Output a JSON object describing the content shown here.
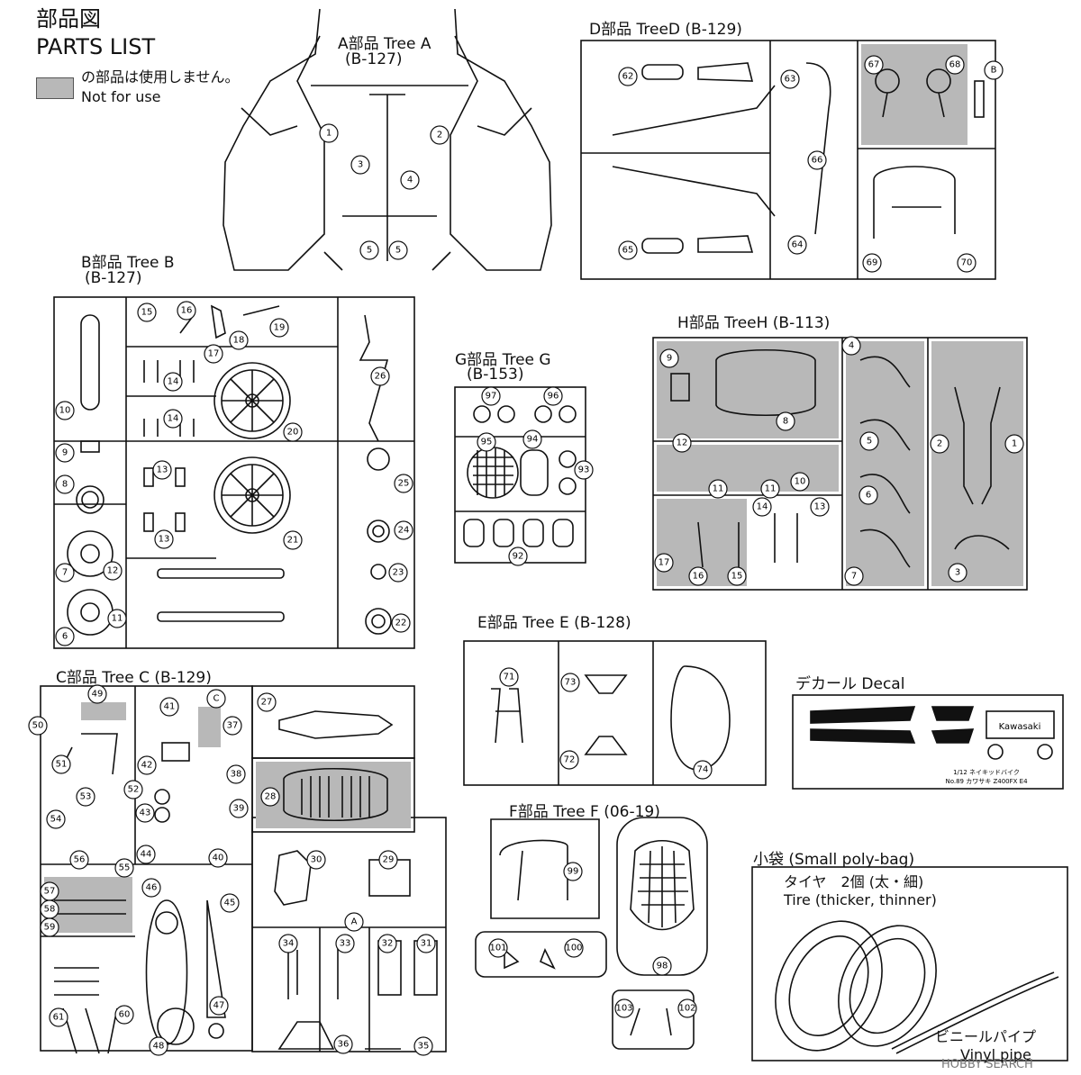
{
  "header": {
    "title_ja": "部品図",
    "title_en": "PARTS LIST",
    "legend_ja": "の部品は使用しません。",
    "legend_en": "Not for use",
    "legend_color": "#b8b8b8"
  },
  "trees": {
    "A": {
      "label": "A部品 Tree A",
      "code": "(B-127)",
      "numbers": [
        "1",
        "2",
        "3",
        "4",
        "5",
        "5"
      ]
    },
    "B": {
      "label": "B部品 Tree B",
      "code": "(B-127)",
      "numbers": [
        "6",
        "7",
        "8",
        "9",
        "10",
        "11",
        "12",
        "13",
        "13",
        "14",
        "14",
        "15",
        "16",
        "17",
        "18",
        "19",
        "20",
        "21",
        "22",
        "23",
        "24",
        "25",
        "26"
      ]
    },
    "C": {
      "label": "C部品 Tree C",
      "code": "(B-129)",
      "marker": "C",
      "numbers": [
        "27",
        "28",
        "29",
        "30",
        "31",
        "32",
        "33",
        "34",
        "35",
        "36",
        "37",
        "38",
        "39",
        "40",
        "41",
        "42",
        "43",
        "44",
        "45",
        "46",
        "47",
        "48",
        "49",
        "50",
        "51",
        "52",
        "53",
        "54",
        "55",
        "56",
        "57",
        "58",
        "59",
        "60",
        "61"
      ],
      "marker_a": "A"
    },
    "D": {
      "label": "D部品 TreeD",
      "code": "(B-129)",
      "marker": "B",
      "numbers": [
        "62",
        "63",
        "64",
        "65",
        "66",
        "67",
        "68",
        "69",
        "70"
      ]
    },
    "E": {
      "label": "E部品 Tree E",
      "code": "(B-128)",
      "numbers": [
        "71",
        "72",
        "73",
        "74"
      ]
    },
    "F": {
      "label": "F部品 Tree F",
      "code": "(06-19)",
      "numbers": [
        "98",
        "99",
        "100",
        "101",
        "102",
        "103"
      ]
    },
    "G": {
      "label": "G部品 Tree G",
      "code": "(B-153)",
      "numbers": [
        "92",
        "93",
        "94",
        "95",
        "96",
        "97"
      ]
    },
    "H": {
      "label": "H部品 TreeH",
      "code": "(B-113)",
      "numbers": [
        "1",
        "2",
        "3",
        "4",
        "5",
        "6",
        "7",
        "8",
        "9",
        "10",
        "11",
        "11",
        "12",
        "13",
        "14",
        "15",
        "16",
        "17"
      ]
    }
  },
  "decal": {
    "label": "デカール Decal",
    "brand_text": "Kawasaki",
    "footer_lines": [
      "1/12 ネイキッドバイク",
      "No.89 カワサキ Z400FX E4"
    ]
  },
  "polybag": {
    "label": "小袋 (Small poly-bag)",
    "tire_ja": "タイヤ　2個 (太・細)",
    "tire_en": "Tire (thicker, thinner)",
    "pipe_ja": "ビニールパイプ",
    "pipe_en": "Vinyl pipe"
  },
  "watermark": "HOBBY SEARCH"
}
